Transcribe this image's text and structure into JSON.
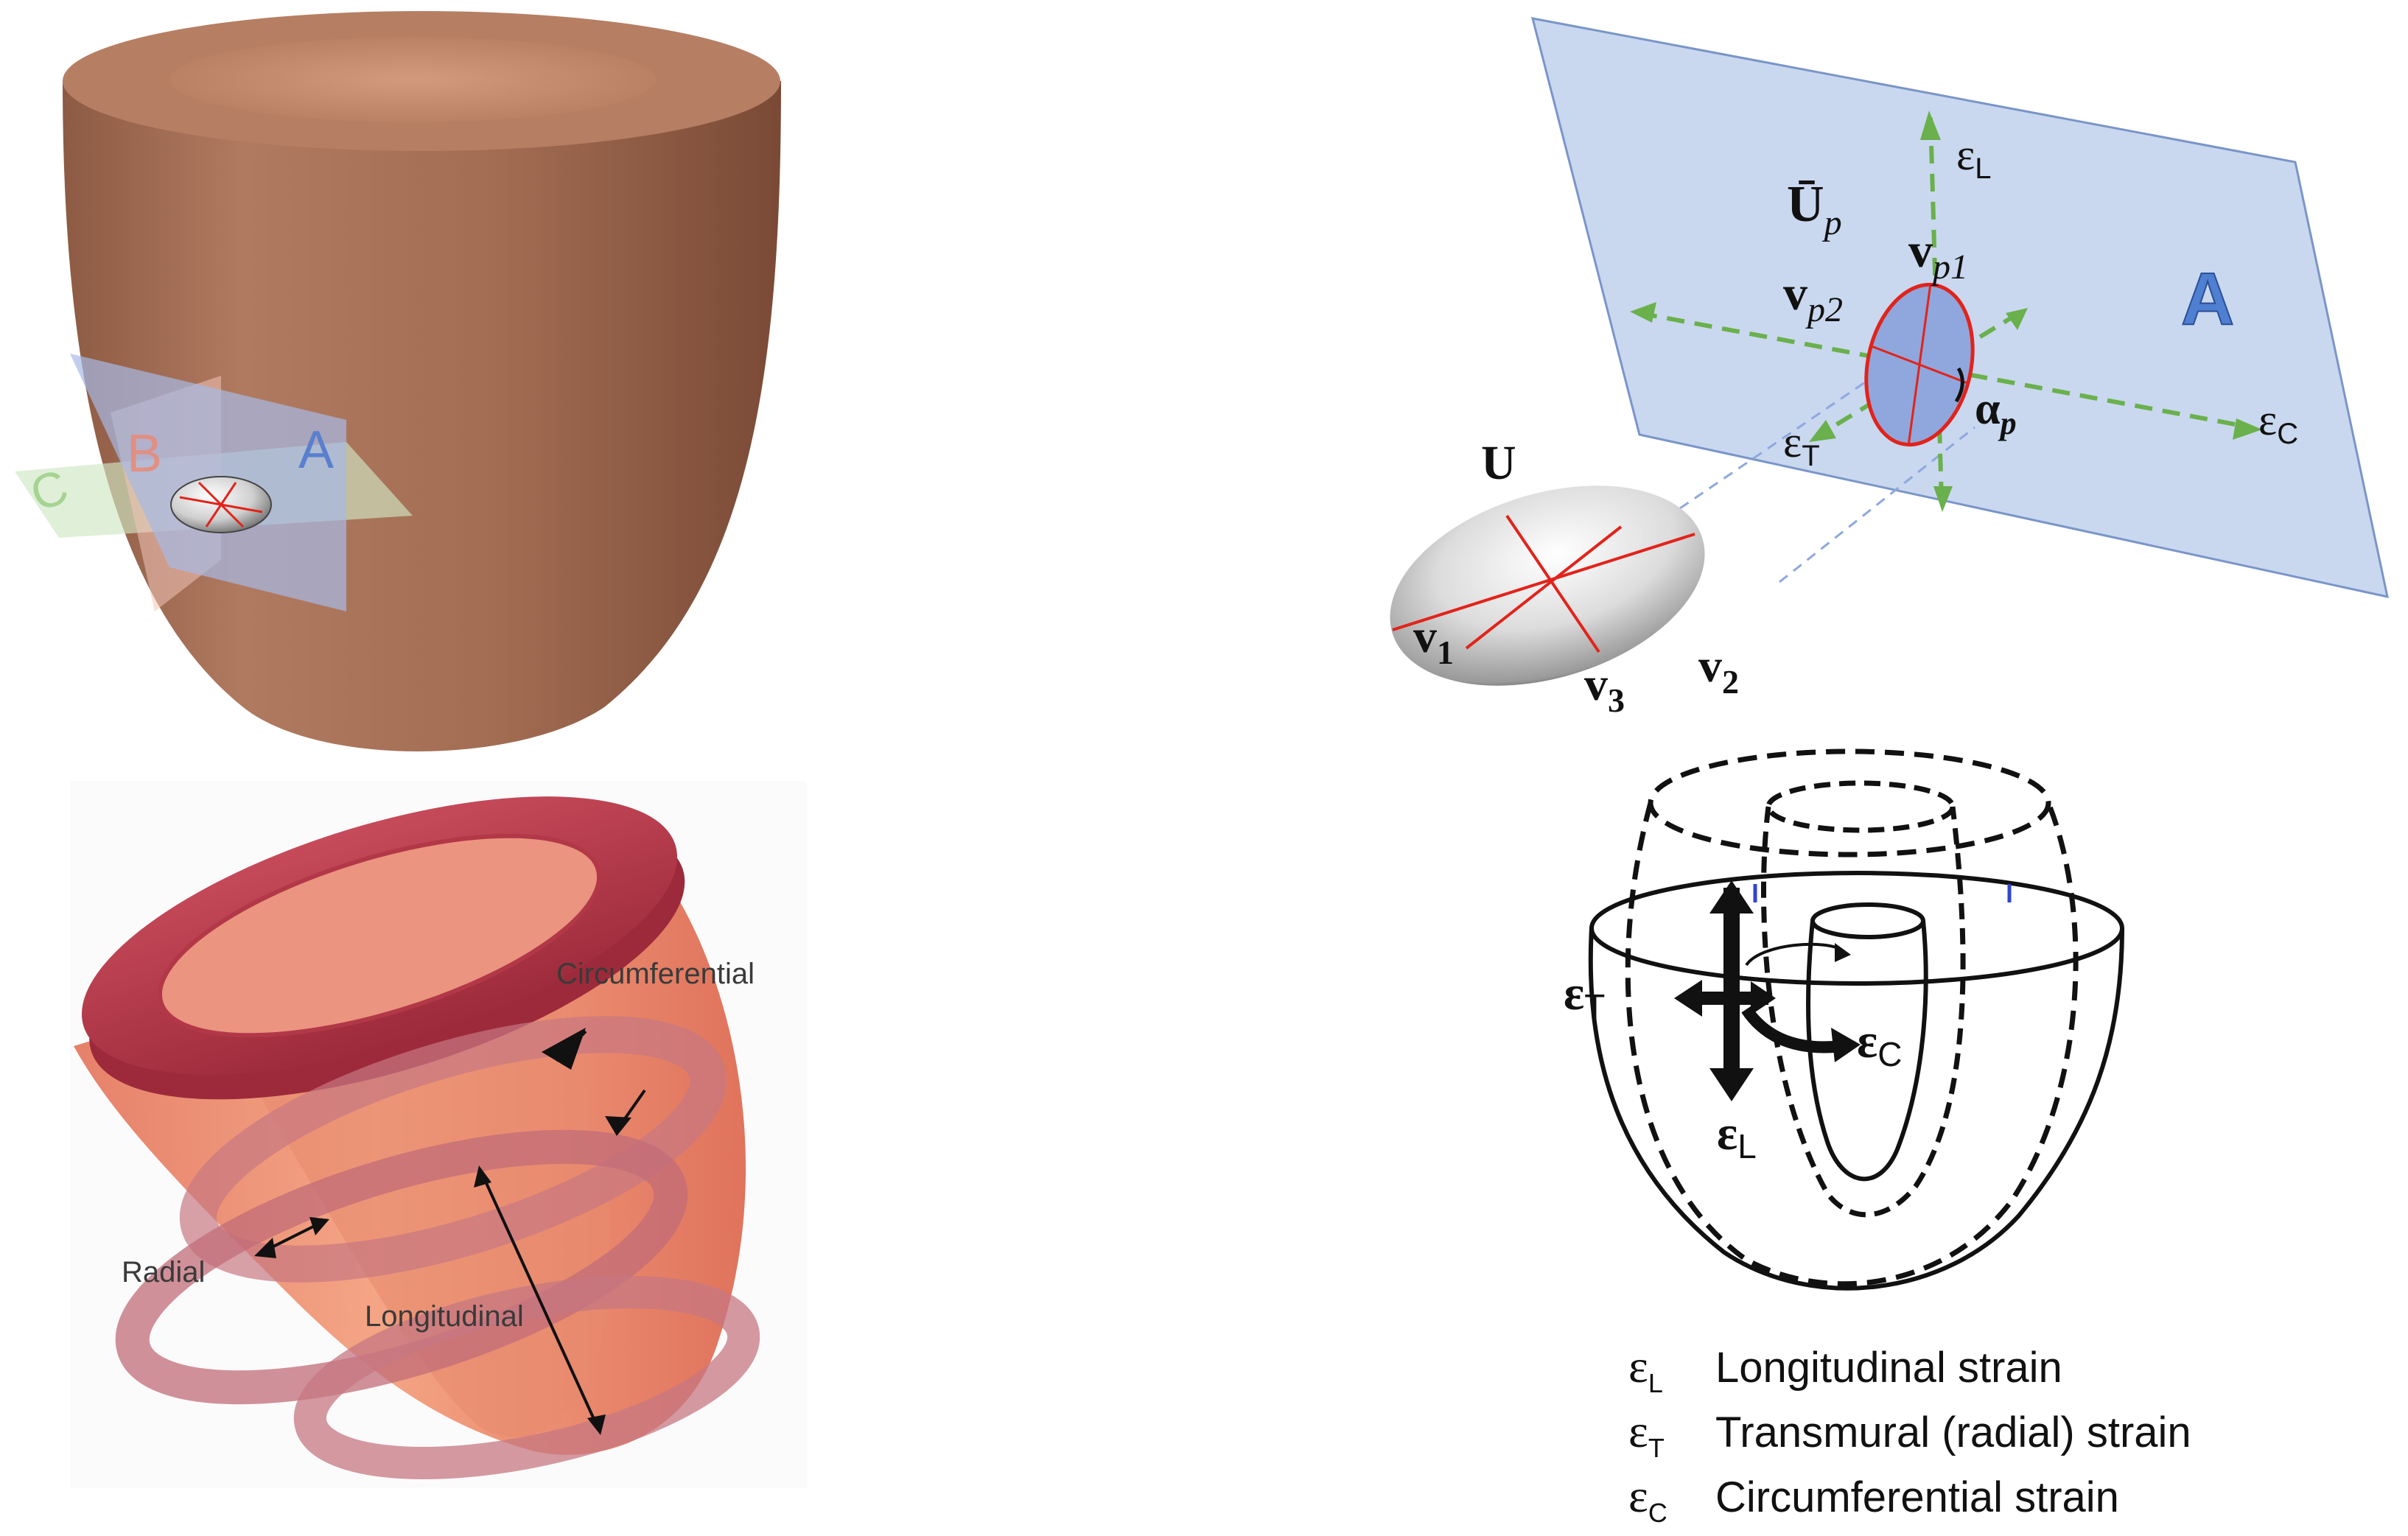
{
  "top_left": {
    "plane_labels": [
      "A",
      "B",
      "C"
    ]
  },
  "bottom_left": {
    "labels": {
      "circumferential": "Circumferential",
      "radial": "Radial",
      "longitudinal": "Longitudinal"
    }
  },
  "top_right": {
    "plane_label": "A",
    "ellipsoid_label": "U",
    "projection_label": "Ū",
    "projection_sub": "p",
    "vectors": {
      "v1": {
        "base": "v",
        "sub": "1"
      },
      "v2": {
        "base": "v",
        "sub": "2"
      },
      "v3": {
        "base": "v",
        "sub": "3"
      },
      "vp1": {
        "base": "v",
        "sub": "p1"
      },
      "vp2": {
        "base": "v",
        "sub": "p2"
      }
    },
    "angle": {
      "base": "α",
      "sub": "p"
    },
    "strains": {
      "L": {
        "base": "ε",
        "sub": "L"
      },
      "C": {
        "base": "ε",
        "sub": "C"
      },
      "T": {
        "base": "ε",
        "sub": "T"
      }
    }
  },
  "bottom_right": {
    "strains": {
      "T": {
        "base": "ε",
        "sub": "T"
      },
      "C": {
        "base": "ε",
        "sub": "C"
      },
      "L": {
        "base": "ε",
        "sub": "L"
      }
    }
  },
  "legend": [
    {
      "symbol": "ε",
      "sub": "L",
      "text": "Longitudinal strain"
    },
    {
      "symbol": "ε",
      "sub": "T",
      "text": "Transmural (radial) strain"
    },
    {
      "symbol": "ε",
      "sub": "C",
      "text": "Circumferential strain"
    }
  ],
  "colors": {
    "heart_brown": "#a9725a",
    "plane_blue": "#c9d8ef",
    "ellipse_blue": "#8fa7dd",
    "arrow_green": "#6ab04c",
    "axis_red": "#e2231a",
    "heart_red": "#b5384a"
  }
}
